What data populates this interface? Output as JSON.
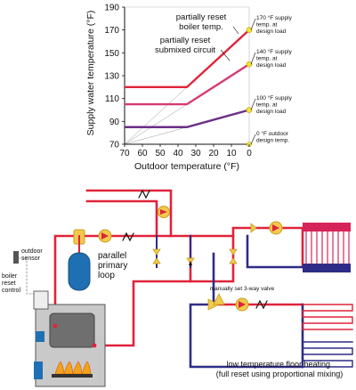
{
  "chart_data": {
    "type": "line",
    "xlabel": "Outdoor temperature (°F)",
    "ylabel": "Supply water temperature (°F)",
    "x_ticks": [
      "70",
      "60",
      "50",
      "40",
      "30",
      "20",
      "10",
      "0"
    ],
    "y_ticks": [
      "70",
      "90",
      "110",
      "130",
      "150",
      "170",
      "190"
    ],
    "xlim": [
      70,
      0
    ],
    "ylim": [
      70,
      190
    ],
    "grid": false,
    "series": [
      {
        "color": "#e0233a",
        "points": [
          [
            70,
            120
          ],
          [
            35,
            120
          ],
          [
            0,
            170
          ]
        ]
      },
      {
        "color": "#d63a73",
        "points": [
          [
            70,
            105
          ],
          [
            35,
            105
          ],
          [
            0,
            140
          ]
        ]
      },
      {
        "color": "#6b2f86",
        "points": [
          [
            70,
            85
          ],
          [
            35,
            85
          ],
          [
            0,
            100
          ]
        ]
      }
    ],
    "guide_lines": [
      {
        "from": [
          70,
          70
        ],
        "to": [
          0,
          170
        ]
      },
      {
        "from": [
          70,
          70
        ],
        "to": [
          0,
          140
        ]
      },
      {
        "from": [
          70,
          70
        ],
        "to": [
          0,
          100
        ]
      }
    ],
    "annotations": {
      "boiler_curve": [
        "partially reset",
        "boiler temp."
      ],
      "submixed_curve": [
        "partially  reset",
        "submixed circuit"
      ],
      "design_170": [
        "170 °F supply",
        "temp. at",
        "design load"
      ],
      "design_140": [
        "140 °F supply",
        "temp. at",
        "design load"
      ],
      "design_100": [
        "100 °F supply",
        "temp. at",
        "design load"
      ],
      "outdoor_design": [
        "0 °F outdoor",
        "design temp."
      ]
    }
  },
  "diagram": {
    "labels": {
      "outdoor_sensor": [
        "outdoor",
        "sensor"
      ],
      "boiler_reset_control": [
        "boiler",
        "reset",
        "control"
      ],
      "parallel_primary_loop": [
        "parallel",
        "primary",
        "loop"
      ],
      "mixing_valve": "manually set 3-way valve",
      "floor_heating": [
        "low temperature floor heating",
        "(full reset using proportional mixing)"
      ]
    },
    "colors": {
      "supply": "#e0233a",
      "return": "#2e2c86",
      "expansion_tank": "#1f6fb3",
      "boiler_body": "#c9c9c9",
      "boiler_exchanger": "#6f6f6f",
      "burner_flame": "#f3a21b",
      "radiator": "#d6245a"
    }
  }
}
